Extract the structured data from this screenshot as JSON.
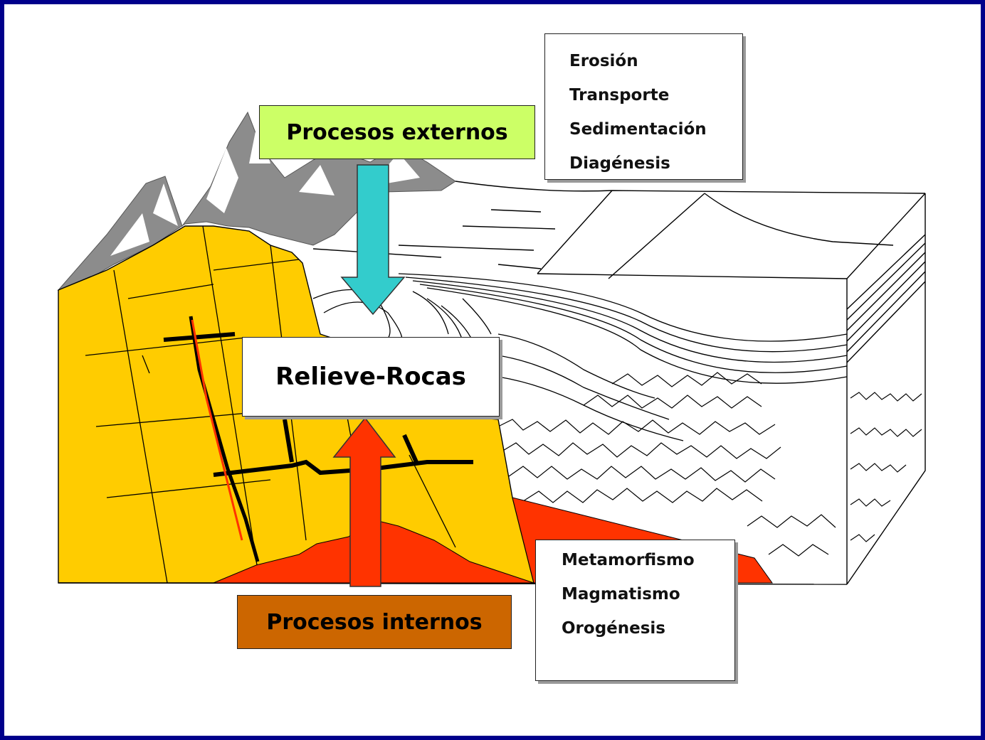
{
  "external_label": "Procesos externos",
  "internal_label": "Procesos internos",
  "center_label": "Relieve-Rocas",
  "external_processes": [
    "Erosión",
    "Transporte",
    "Sedimentación",
    "Diagénesis"
  ],
  "internal_processes": [
    "Metamorfismo",
    "Magmatismo",
    "Orogénesis"
  ],
  "colors": {
    "frame": "#00008b",
    "external_box": "#ccff66",
    "internal_box": "#cc6600",
    "down_arrow": "#33cccc",
    "up_arrow": "#ff3300",
    "granite": "#ffcc00",
    "magma": "#ff3300",
    "mountains": "#8c8c8c"
  }
}
